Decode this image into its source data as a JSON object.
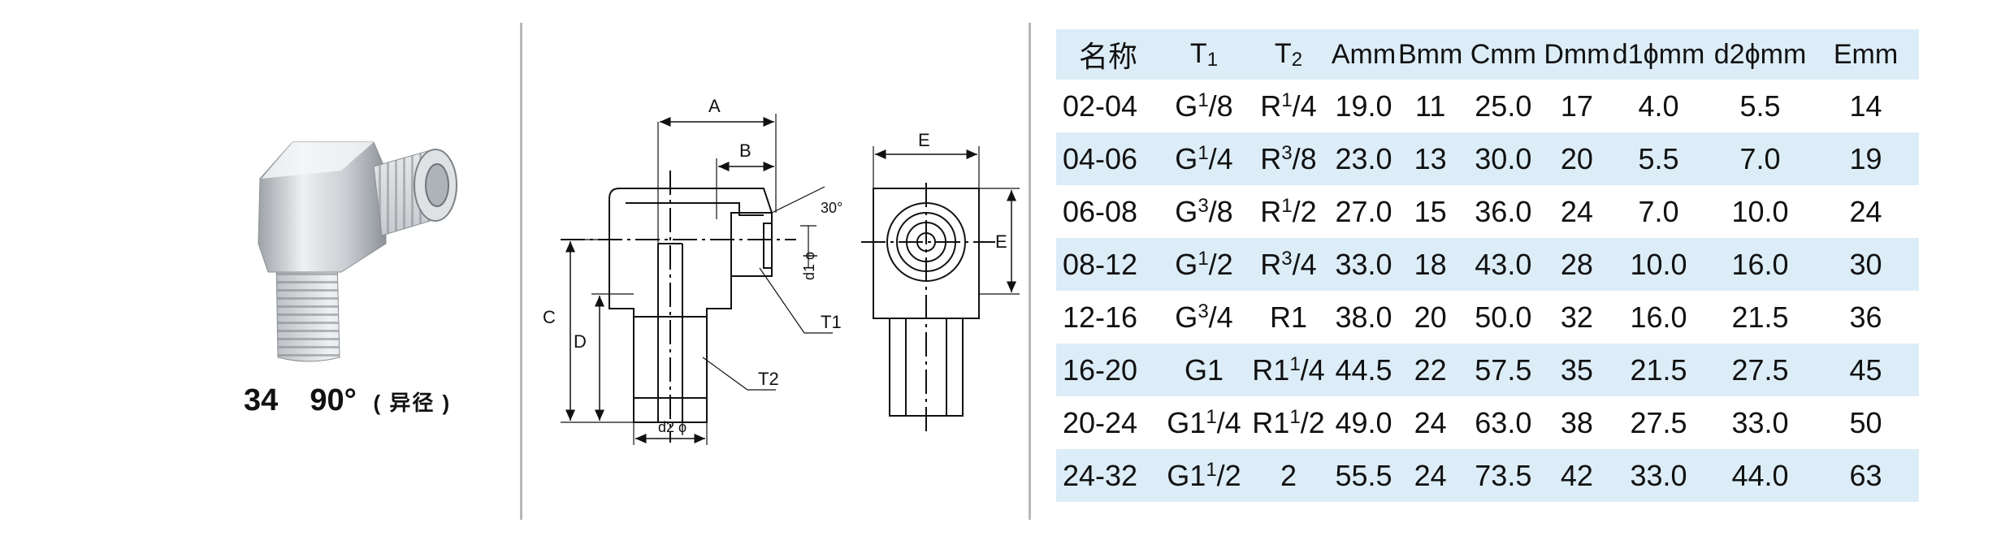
{
  "product": {
    "number": "34",
    "angle": "90°",
    "note": "( 异径 )"
  },
  "drawing": {
    "labels": {
      "A": "A",
      "B": "B",
      "C": "C",
      "D": "D",
      "E_top": "E",
      "E_side": "E",
      "angle": "30°",
      "d1": "d1 ϕ",
      "d2": "d2 ϕ",
      "T1": "T1",
      "T2": "T2"
    }
  },
  "table": {
    "headers": [
      {
        "main": "名称",
        "sub": ""
      },
      {
        "main": "T",
        "sub": "1"
      },
      {
        "main": "T",
        "sub": "2"
      },
      {
        "main": "Amm",
        "sub": ""
      },
      {
        "main": "Bmm",
        "sub": ""
      },
      {
        "main": "Cmm",
        "sub": ""
      },
      {
        "main": "Dmm",
        "sub": ""
      },
      {
        "main": "d1ϕmm",
        "sub": ""
      },
      {
        "main": "d2ϕmm",
        "sub": ""
      },
      {
        "main": "Emm",
        "sub": ""
      }
    ],
    "rows": [
      {
        "name": "02-04",
        "t1": {
          "base": "G",
          "sup": "1",
          "rest": "/8"
        },
        "t2": {
          "base": "R",
          "sup": "1",
          "rest": "/4"
        },
        "a": "19.0",
        "b": "11",
        "c": "25.0",
        "d": "17",
        "d1": "4.0",
        "d2": "5.5",
        "e": "14"
      },
      {
        "name": "04-06",
        "t1": {
          "base": "G",
          "sup": "1",
          "rest": "/4"
        },
        "t2": {
          "base": "R",
          "sup": "3",
          "rest": "/8"
        },
        "a": "23.0",
        "b": "13",
        "c": "30.0",
        "d": "20",
        "d1": "5.5",
        "d2": "7.0",
        "e": "19"
      },
      {
        "name": "06-08",
        "t1": {
          "base": "G",
          "sup": "3",
          "rest": "/8"
        },
        "t2": {
          "base": "R",
          "sup": "1",
          "rest": "/2"
        },
        "a": "27.0",
        "b": "15",
        "c": "36.0",
        "d": "24",
        "d1": "7.0",
        "d2": "10.0",
        "e": "24"
      },
      {
        "name": "08-12",
        "t1": {
          "base": "G",
          "sup": "1",
          "rest": "/2"
        },
        "t2": {
          "base": "R",
          "sup": "3",
          "rest": "/4"
        },
        "a": "33.0",
        "b": "18",
        "c": "43.0",
        "d": "28",
        "d1": "10.0",
        "d2": "16.0",
        "e": "30"
      },
      {
        "name": "12-16",
        "t1": {
          "base": "G",
          "sup": "3",
          "rest": "/4"
        },
        "t2": {
          "base": "R1",
          "sup": "",
          "rest": ""
        },
        "a": "38.0",
        "b": "20",
        "c": "50.0",
        "d": "32",
        "d1": "16.0",
        "d2": "21.5",
        "e": "36"
      },
      {
        "name": "16-20",
        "t1": {
          "base": "G1",
          "sup": "",
          "rest": ""
        },
        "t2": {
          "base": "R1",
          "sup": "1",
          "rest": "/4"
        },
        "a": "44.5",
        "b": "22",
        "c": "57.5",
        "d": "35",
        "d1": "21.5",
        "d2": "27.5",
        "e": "45"
      },
      {
        "name": "20-24",
        "t1": {
          "base": "G1",
          "sup": "1",
          "rest": "/4"
        },
        "t2": {
          "base": "R1",
          "sup": "1",
          "rest": "/2"
        },
        "a": "49.0",
        "b": "24",
        "c": "63.0",
        "d": "38",
        "d1": "27.5",
        "d2": "33.0",
        "e": "50"
      },
      {
        "name": "24-32",
        "t1": {
          "base": "G1",
          "sup": "1",
          "rest": "/2"
        },
        "t2": {
          "base": "2",
          "sup": "",
          "rest": ""
        },
        "a": "55.5",
        "b": "24",
        "c": "73.5",
        "d": "42",
        "d1": "33.0",
        "d2": "44.0",
        "e": "63"
      }
    ]
  }
}
